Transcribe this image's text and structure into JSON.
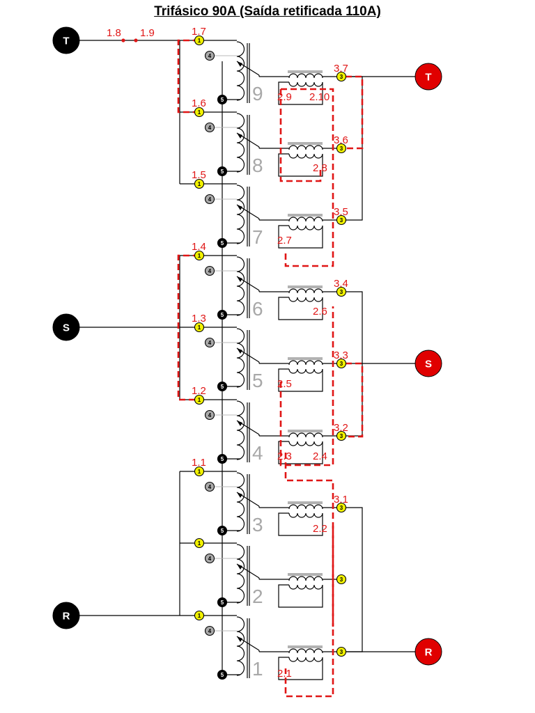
{
  "title": "Trifásico 90A (Saída retificada 110A)",
  "colors": {
    "input_terminal": "#000000",
    "output_terminal": "#e00000",
    "yellow_terminal": "#f2f200",
    "grey_terminal": "#a9a9a9",
    "jumper_red": "#e01515",
    "wire": "#000000"
  },
  "input_terminals": [
    {
      "id": "T",
      "label": "T"
    },
    {
      "id": "S",
      "label": "S"
    },
    {
      "id": "R",
      "label": "R"
    }
  ],
  "output_terminals": [
    {
      "id": "T",
      "label": "T"
    },
    {
      "id": "S",
      "label": "S"
    },
    {
      "id": "R",
      "label": "R"
    }
  ],
  "transformer_numbers": [
    "9",
    "8",
    "7",
    "6",
    "5",
    "4",
    "3",
    "2",
    "1"
  ],
  "terminal_numbers": {
    "tap_1": "1",
    "tap_4": "4",
    "tap_5": "5",
    "out_3": "3"
  },
  "labels_1": [
    "1.7",
    "1.6",
    "1.5",
    "1.4",
    "1.3",
    "1.2",
    "1.1"
  ],
  "labels_1_top": [
    "1.8",
    "1.9"
  ],
  "labels_3": [
    "3.7",
    "3.6",
    "3.5",
    "3.4",
    "3.3",
    "3.2",
    "3.1"
  ],
  "labels_2": [
    "2.9",
    "2.10",
    "2.8",
    "2.7",
    "2.6",
    "2.5",
    "2.3",
    "2.4",
    "2.2",
    "2.1"
  ]
}
